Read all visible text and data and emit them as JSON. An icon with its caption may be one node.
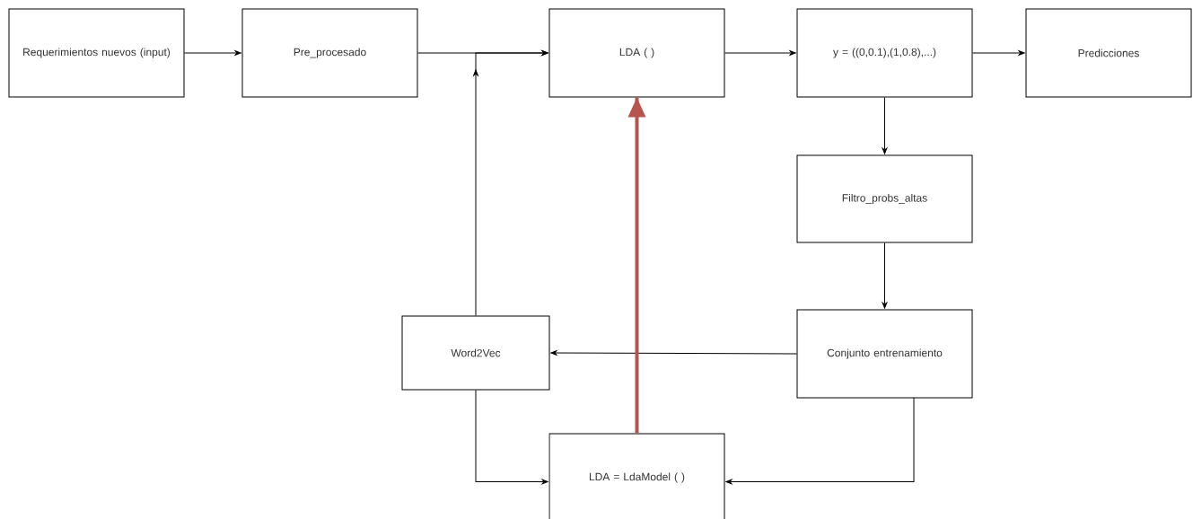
{
  "diagram": {
    "nodes": [
      {
        "text": [
          "Requerimientos nuevos (input)"
        ]
      },
      {
        "text": [
          "Pre_procesado"
        ]
      },
      {
        "text": [
          "LDA ( )"
        ]
      },
      {
        "text": [
          "y = ((0,0.1),(1,0.8),...)"
        ]
      },
      {
        "text": [
          "Predicciones"
        ]
      },
      {
        "text": [
          "Filtro_probs_altas"
        ]
      },
      {
        "text": [
          "Conjunto entrenamiento"
        ]
      },
      {
        "text": [
          "Word2Vec"
        ]
      },
      {
        "text": [
          "LDA = LdaModel ( )"
        ]
      }
    ],
    "edges": [
      {
        "from": 0,
        "to": 1,
        "arrow": "to"
      },
      {
        "from": 1,
        "to": 2,
        "arrow": "to"
      },
      {
        "from": 2,
        "to": 3,
        "arrow": "to"
      },
      {
        "from": 3,
        "to": 4,
        "arrow": "to"
      },
      {
        "from": 3,
        "to": 5,
        "arrow": "to"
      },
      {
        "from": 5,
        "to": 6,
        "arrow": "to"
      },
      {
        "from": 6,
        "to": 7,
        "arrow": "to"
      },
      {
        "from": 7,
        "to": 2,
        "arrow": "to"
      },
      {
        "from": 7,
        "to": 8,
        "arrow": "to"
      },
      {
        "from": 6,
        "to": 8,
        "arrow": "to"
      },
      {
        "from": 8,
        "to": 2,
        "arrow": "to",
        "style": "thick",
        "color": "#b85450"
      }
    ]
  }
}
